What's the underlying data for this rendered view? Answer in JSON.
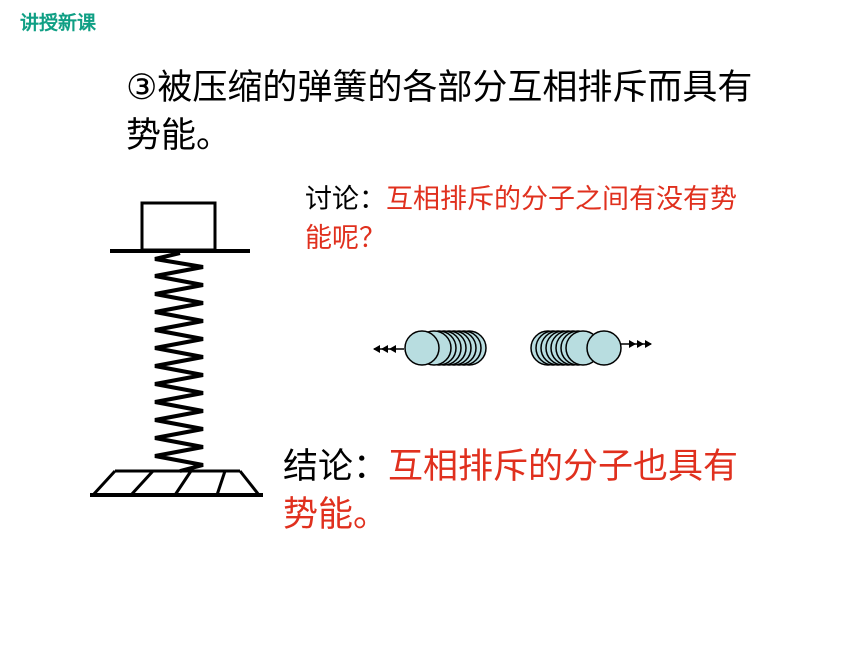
{
  "header": {
    "section_label": "讲授新课"
  },
  "main": {
    "heading": "③被压缩的弹簧的各部分互相排斥而具有势能。",
    "discussion": {
      "prefix": "讨论：",
      "question": "互相排斥的分子之间有没有势能呢？"
    },
    "conclusion": {
      "prefix": "结论：",
      "text": "互相排斥的分子也具有",
      "end": "势能。"
    }
  },
  "colors": {
    "section_label": "#0f9f84",
    "accent": "#e0301e",
    "molecule_fill": "#b8dde0"
  },
  "illustrations": [
    "compressed-spring-icon",
    "repelling-molecules-icon"
  ]
}
